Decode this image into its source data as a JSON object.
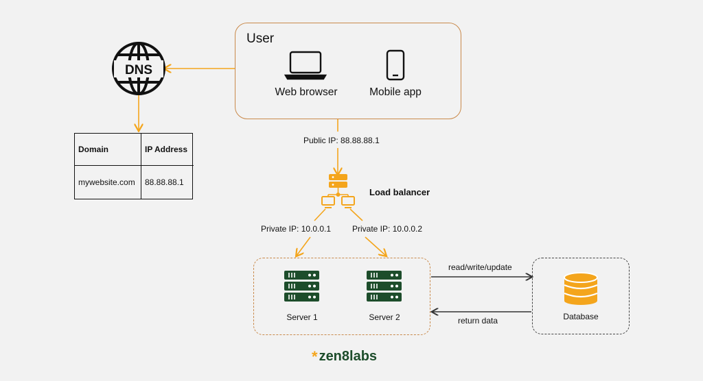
{
  "user": {
    "title": "User",
    "clients": [
      {
        "label": "Web browser",
        "icon": "laptop-icon"
      },
      {
        "label": "Mobile app",
        "icon": "smartphone-icon"
      }
    ]
  },
  "dns": {
    "label": "DNS",
    "icon": "globe-icon"
  },
  "dns_table": {
    "headers": [
      "Domain",
      "IP Address"
    ],
    "rows": [
      [
        "mywebsite.com",
        "88.88.88.1"
      ]
    ]
  },
  "edges": {
    "public_ip": "Public IP: 88.88.88.1",
    "private_ip_1": "Private IP: 10.0.0.1",
    "private_ip_2": "Private IP: 10.0.0.2",
    "read_write": "read/write/update",
    "return_data": "return data"
  },
  "load_balancer": {
    "label": "Load balancer",
    "icon": "load-balancer-icon"
  },
  "servers": [
    {
      "label": "Server 1",
      "icon": "server-rack-icon"
    },
    {
      "label": "Server 2",
      "icon": "server-rack-icon"
    }
  ],
  "database": {
    "label": "Database",
    "icon": "database-icon"
  },
  "brand": {
    "name": "zen8labs",
    "mark": "*"
  },
  "colors": {
    "accent_orange": "#f4a51c",
    "box_border": "#c9894a",
    "server_green": "#1d4d2b",
    "background": "#f2f2f2"
  }
}
